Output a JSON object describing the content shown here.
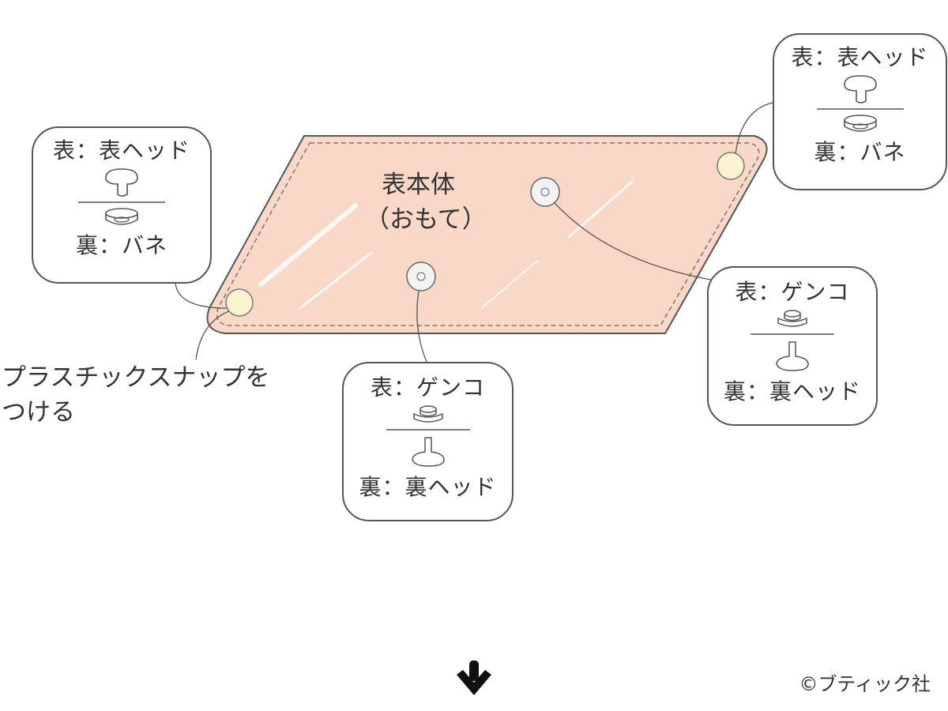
{
  "diagram": {
    "body_title": "表本体",
    "body_subtitle": "（おもて）",
    "instruction_line1": "プラスチックスナップを",
    "instruction_line2": "つける",
    "colors": {
      "body_fill": "#f9d8c8",
      "outline": "#555555",
      "snap_yellow": "#fbf3cf"
    },
    "callouts": [
      {
        "front": "表：表ヘッド",
        "back": "裏：バネ"
      },
      {
        "front": "表：表ヘッド",
        "back": "裏：バネ"
      },
      {
        "front": "表：ゲンコ",
        "back": "裏：裏ヘッド"
      },
      {
        "front": "表：ゲンコ",
        "back": "裏：裏ヘッド"
      }
    ],
    "next_arrow_icon": "down-arrow-icon",
    "copyright": "©ブティック社"
  }
}
